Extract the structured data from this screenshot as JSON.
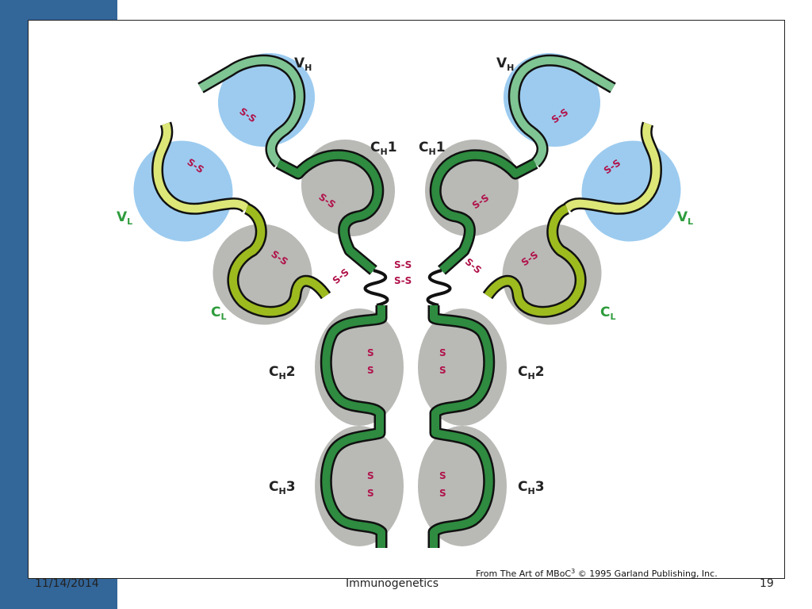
{
  "labels": {
    "vh": "V",
    "vh_sub": "H",
    "vl": "V",
    "vl_sub": "L",
    "ch1": "C",
    "ch1_sub": "H",
    "ch1_num": "1",
    "cl": "C",
    "cl_sub": "L",
    "ch2": "C",
    "ch2_sub": "H",
    "ch2_num": "2",
    "ch3": "C",
    "ch3_sub": "H",
    "ch3_num": "3"
  },
  "disulfide": "S-S",
  "credit": {
    "text": "From The Art of MBoC",
    "superscript": "3",
    "text2": " © 1995 Garland Publishing, Inc."
  },
  "footer": {
    "date": "11/14/2014",
    "title": "Immunogenetics",
    "page": "19"
  },
  "colors": {
    "heavy_chain": "#2e8b40",
    "heavy_variable": "#7fc493",
    "light_chain": "#9dbb1e",
    "light_variable": "#dde777",
    "variable_domain_bg": "#9ccbef",
    "constant_domain_bg": "#b9b9b6",
    "disulfide_bond": "#b0134b",
    "slide_bar": "#336699"
  }
}
